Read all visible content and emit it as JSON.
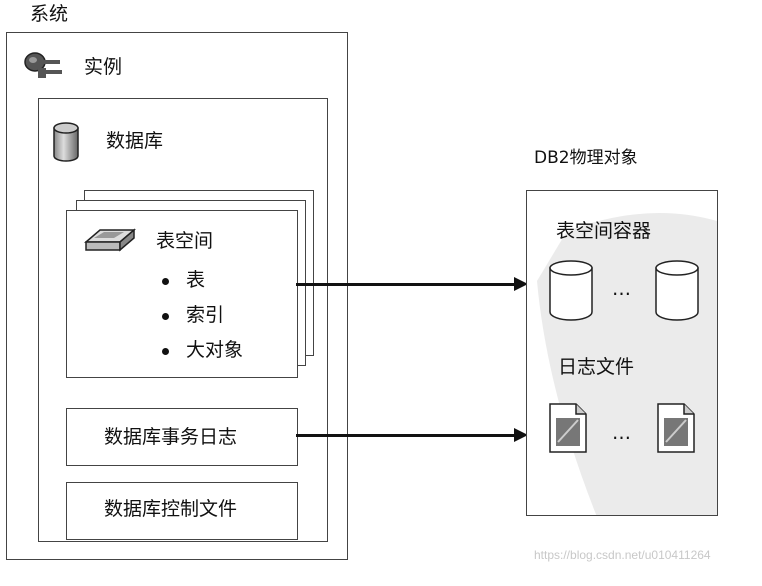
{
  "system": {
    "label": "系统"
  },
  "instance": {
    "label": "实例",
    "icon": "instance-key-icon"
  },
  "database": {
    "label": "数据库",
    "icon": "database-cylinder-icon"
  },
  "tablespace": {
    "label": "表空间",
    "icon": "tablespace-slab-icon",
    "items": [
      "表",
      "索引",
      "大对象"
    ]
  },
  "db_transaction_log": {
    "label": "数据库事务日志"
  },
  "db_control_file": {
    "label": "数据库控制文件"
  },
  "physical_objects": {
    "title": "DB2物理对象",
    "containers_label": "表空间容器",
    "containers_ellipsis": "…",
    "logfiles_label": "日志文件",
    "logfiles_ellipsis": "…"
  },
  "watermark": {
    "text": "https://blog.csdn.net/u010411264"
  }
}
